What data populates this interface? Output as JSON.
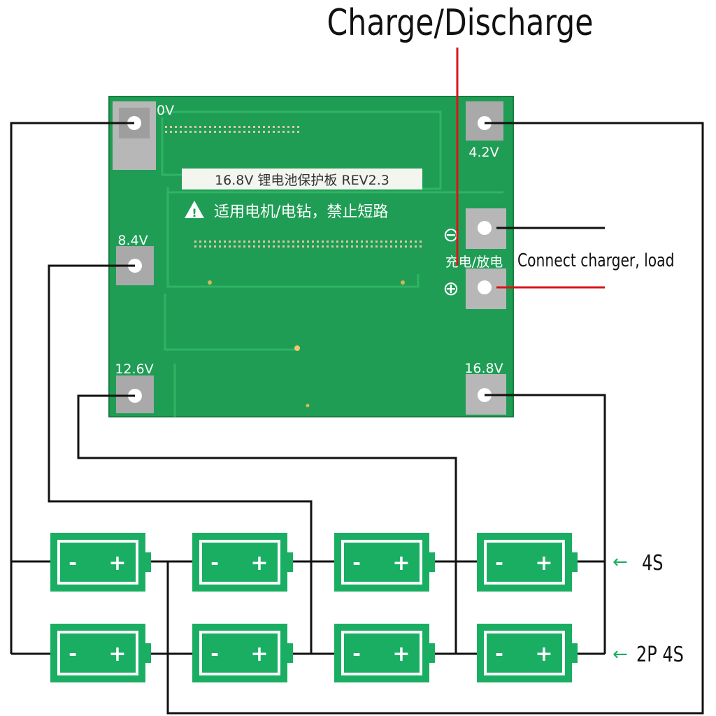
{
  "title": "Charge/Discharge",
  "board": {
    "label": "16.8V 锂电池保护板 REV2.3",
    "warning": "适用电机/电钻，禁止短路",
    "port_label": "充电/放电",
    "minus_symbol": "⊖",
    "plus_symbol": "⊕"
  },
  "pads": {
    "v0": "0V",
    "v42": "4.2V",
    "v84": "8.4V",
    "v126": "12.6V",
    "v168": "16.8V"
  },
  "annotations": {
    "connect": "Connect charger, load",
    "row_4s": "4S",
    "row_2p4s": "2P 4S",
    "arrow": "←"
  },
  "battery_terminals": {
    "minus": "-",
    "plus": "+"
  },
  "colors": {
    "board_green": "#1f9d55",
    "board_dark": "#188a48",
    "trace": "#2fb463",
    "battery_green": "#1aae63",
    "wire": "#111111",
    "red_wire": "#d9151b",
    "pad_grey": "#a9a9a9"
  }
}
